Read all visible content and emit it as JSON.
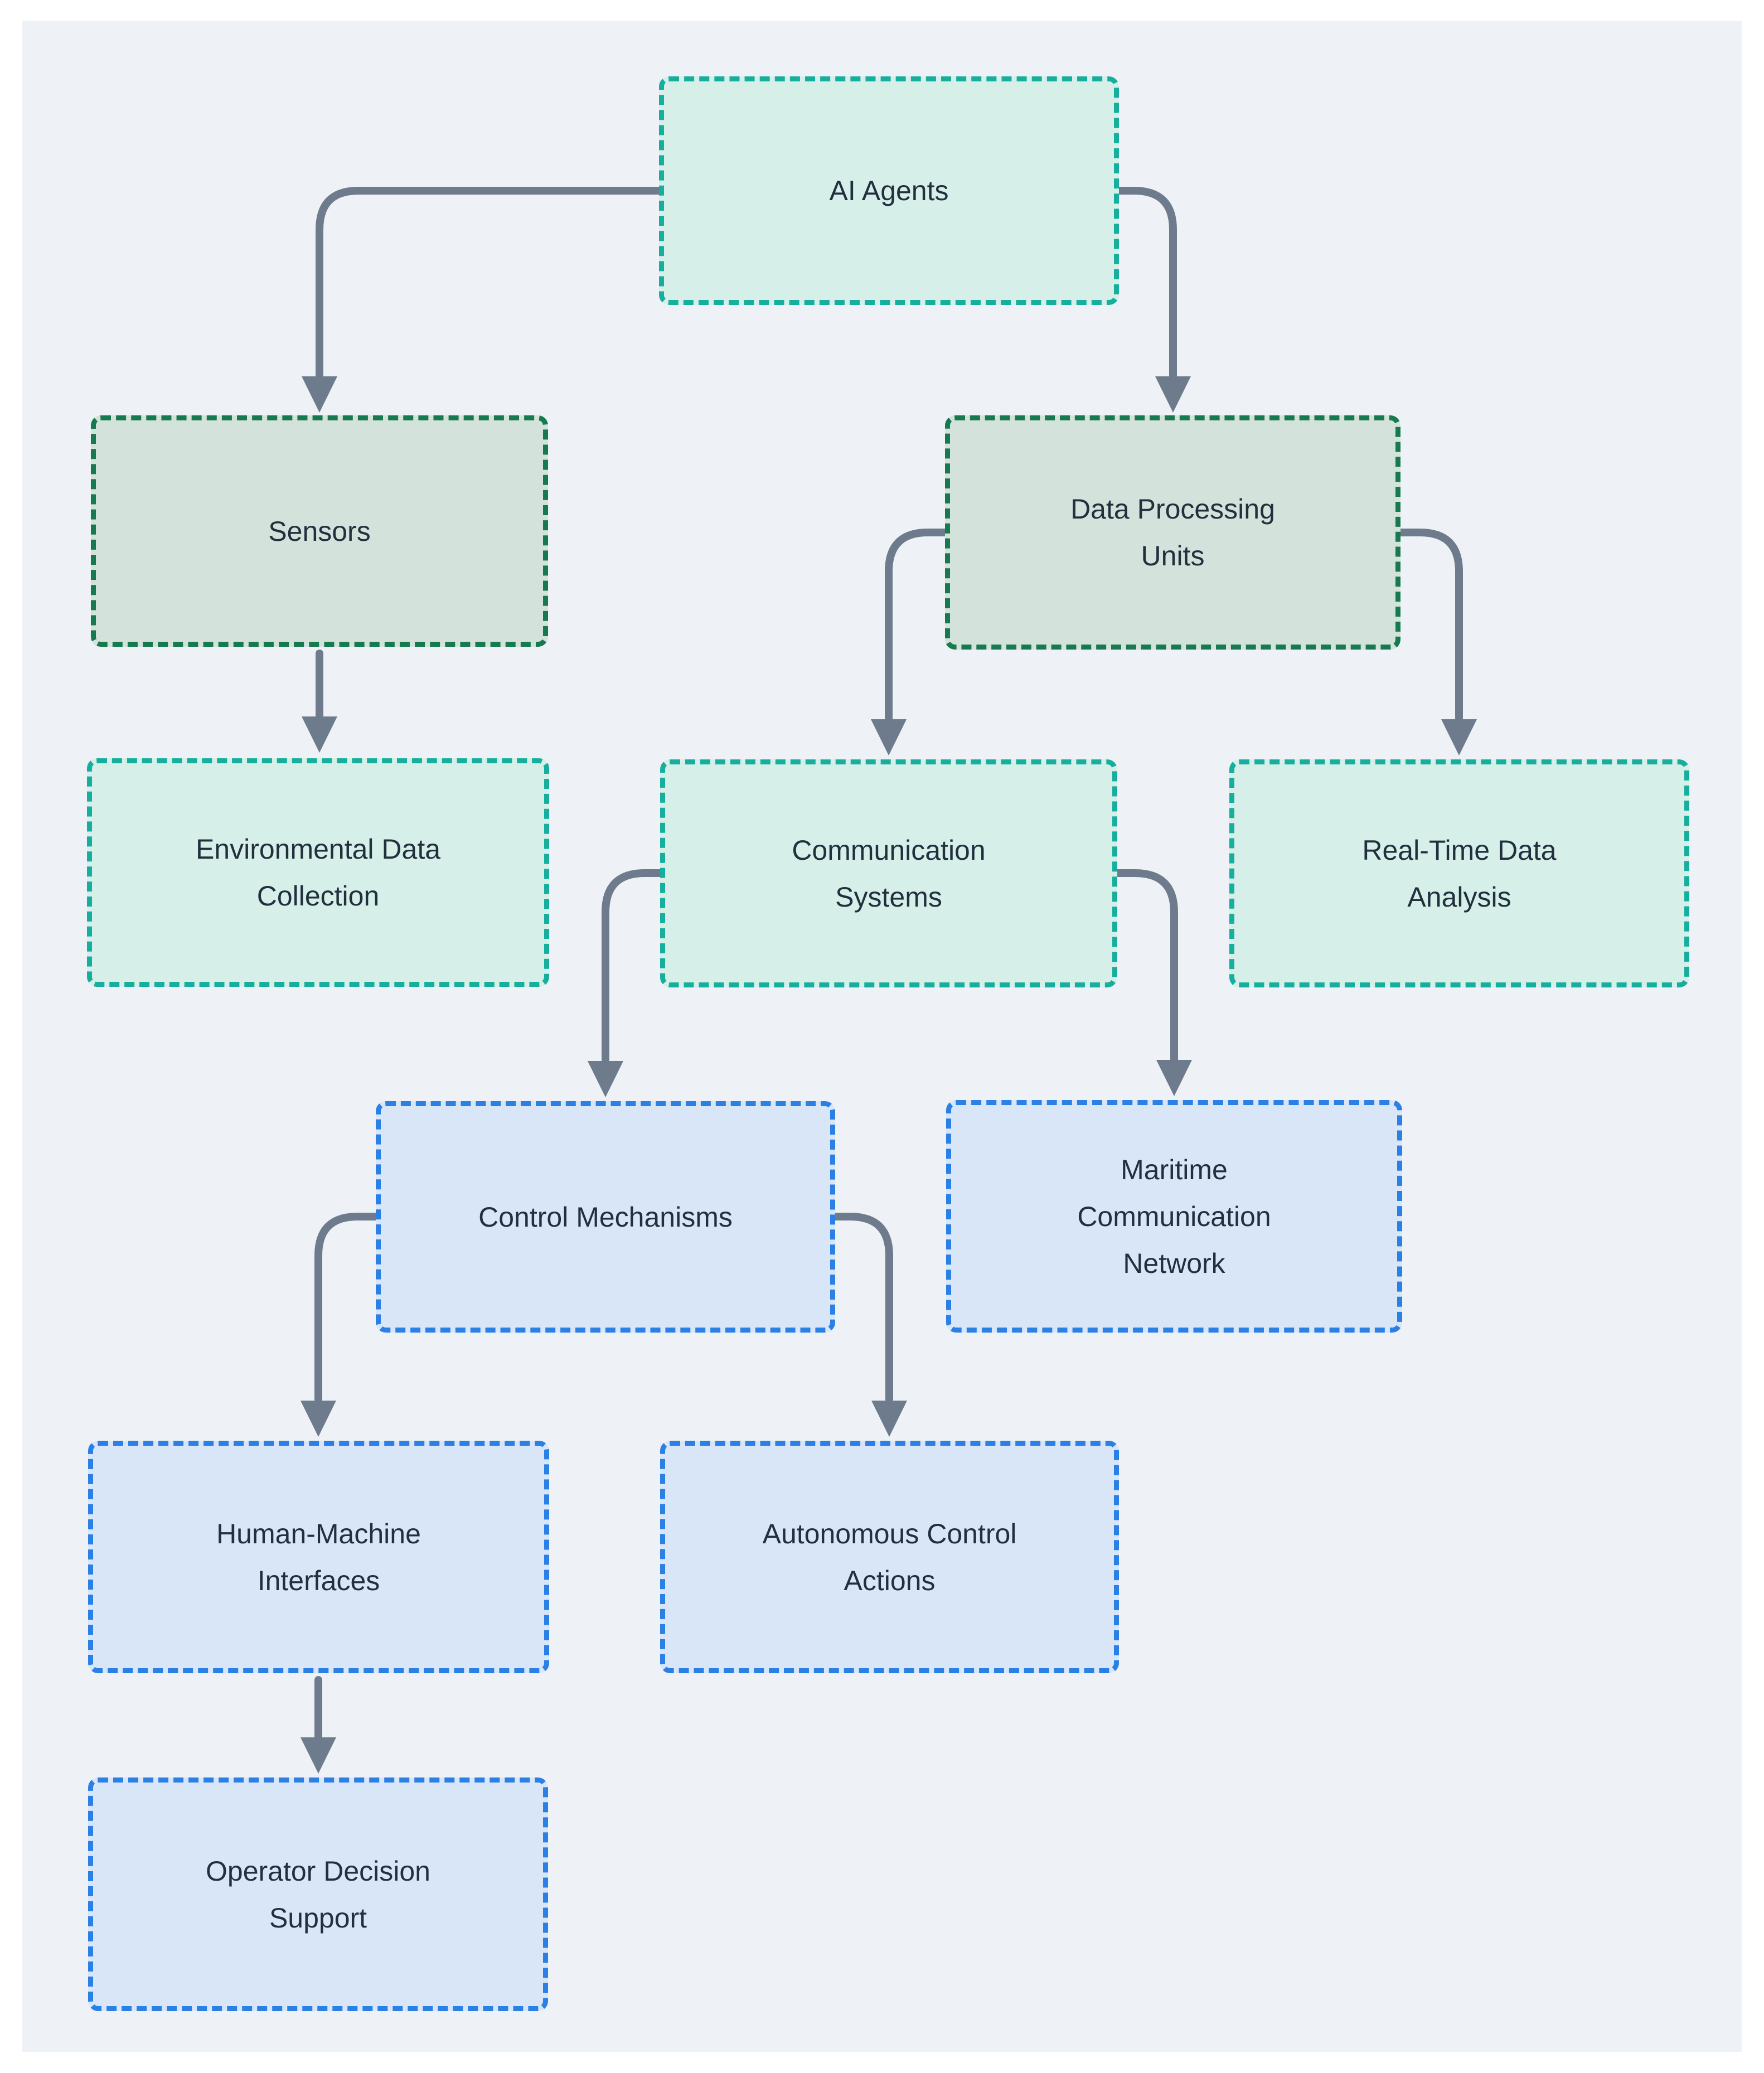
{
  "diagram": {
    "title": "AI Agents maritime control flowchart",
    "nodes": {
      "ai_agents": {
        "label": "AI Agents",
        "lines": [
          "AI Agents"
        ],
        "fill": "#d6efe9",
        "border": "#16af9e"
      },
      "sensors": {
        "label": "Sensors",
        "lines": [
          "Sensors"
        ],
        "fill": "#d4e2dc",
        "border": "#177a4e"
      },
      "dpu": {
        "label": "Data Processing Units",
        "lines": [
          "Data Processing",
          "Units"
        ],
        "fill": "#d4e2dc",
        "border": "#177a4e"
      },
      "env": {
        "label": "Environmental Data Collection",
        "lines": [
          "Environmental Data",
          "Collection"
        ],
        "fill": "#d6efe9",
        "border": "#16af9e"
      },
      "comm": {
        "label": "Communication Systems",
        "lines": [
          "Communication",
          "Systems"
        ],
        "fill": "#d6efe9",
        "border": "#16af9e"
      },
      "rtda": {
        "label": "Real-Time Data Analysis",
        "lines": [
          "Real-Time Data",
          "Analysis"
        ],
        "fill": "#d6efe9",
        "border": "#16af9e"
      },
      "control": {
        "label": "Control Mechanisms",
        "lines": [
          "Control Mechanisms"
        ],
        "fill": "#d8e6f8",
        "border": "#2a80e4"
      },
      "maritime": {
        "label": "Maritime Communication Network",
        "lines": [
          "Maritime",
          "Communication",
          "Network"
        ],
        "fill": "#d8e6f8",
        "border": "#2a80e4"
      },
      "hmi": {
        "label": "Human-Machine Interfaces",
        "lines": [
          "Human-Machine",
          "Interfaces"
        ],
        "fill": "#d8e6f8",
        "border": "#2a80e4"
      },
      "aca": {
        "label": "Autonomous Control Actions",
        "lines": [
          "Autonomous Control",
          "Actions"
        ],
        "fill": "#d8e6f8",
        "border": "#2a80e4"
      },
      "ods": {
        "label": "Operator Decision Support",
        "lines": [
          "Operator Decision",
          "Support"
        ],
        "fill": "#d8e6f8",
        "border": "#2a80e4"
      }
    },
    "edges": [
      {
        "from": "AI Agents",
        "to": "Sensors"
      },
      {
        "from": "AI Agents",
        "to": "Data Processing Units"
      },
      {
        "from": "Sensors",
        "to": "Environmental Data Collection"
      },
      {
        "from": "Data Processing Units",
        "to": "Communication Systems"
      },
      {
        "from": "Data Processing Units",
        "to": "Real-Time Data Analysis"
      },
      {
        "from": "Communication Systems",
        "to": "Control Mechanisms"
      },
      {
        "from": "Communication Systems",
        "to": "Maritime Communication Network"
      },
      {
        "from": "Control Mechanisms",
        "to": "Human-Machine Interfaces"
      },
      {
        "from": "Control Mechanisms",
        "to": "Autonomous Control Actions"
      },
      {
        "from": "Human-Machine Interfaces",
        "to": "Operator Decision Support"
      }
    ]
  },
  "colors": {
    "page_margin": "#ffffff",
    "panel_background": "#eef2f6",
    "arrow": "#6e7b8c",
    "text": "#22303e",
    "teal_fill": "#d6efe9",
    "teal_border": "#16af9e",
    "green_fill": "#d4e2dc",
    "green_border": "#177a4e",
    "blue_fill": "#d8e6f8",
    "blue_border": "#2a80e4"
  }
}
